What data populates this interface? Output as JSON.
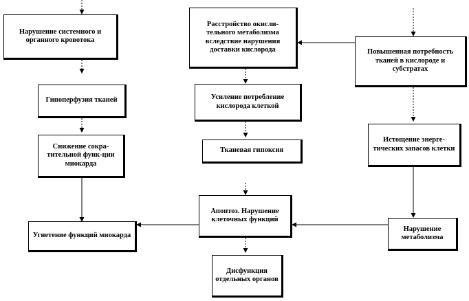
{
  "diagram": {
    "nodes": {
      "circulation": "Нарушение системного и органного кровотока",
      "oxidative": "Расстройство окисли-тельного метаболизма вследствие нарушения доставки кислорода",
      "demand": "Повышенная потребность тканей в кислороде и субстратах",
      "hypoperfusion": "Гипоперфузия тканей",
      "uptake": "Усиление потребление кислорода клеткой",
      "contractility": "Снижение сокра-тительной функ-ции миокарда",
      "hypoxia": "Тканевая гипоксия",
      "energy": "Истощение энерге-тических запасов клетки",
      "apoptosis": "Апоптоз. Нарушение клеточных функций",
      "depression": "Угнетение функций миокарда",
      "metabolism": "Нарушение метаболизма",
      "dysfunction": "Дисфункция отдельных органов"
    },
    "colors": {
      "line": "#000000",
      "box_border": "#000000",
      "background": "#ffffff"
    }
  }
}
